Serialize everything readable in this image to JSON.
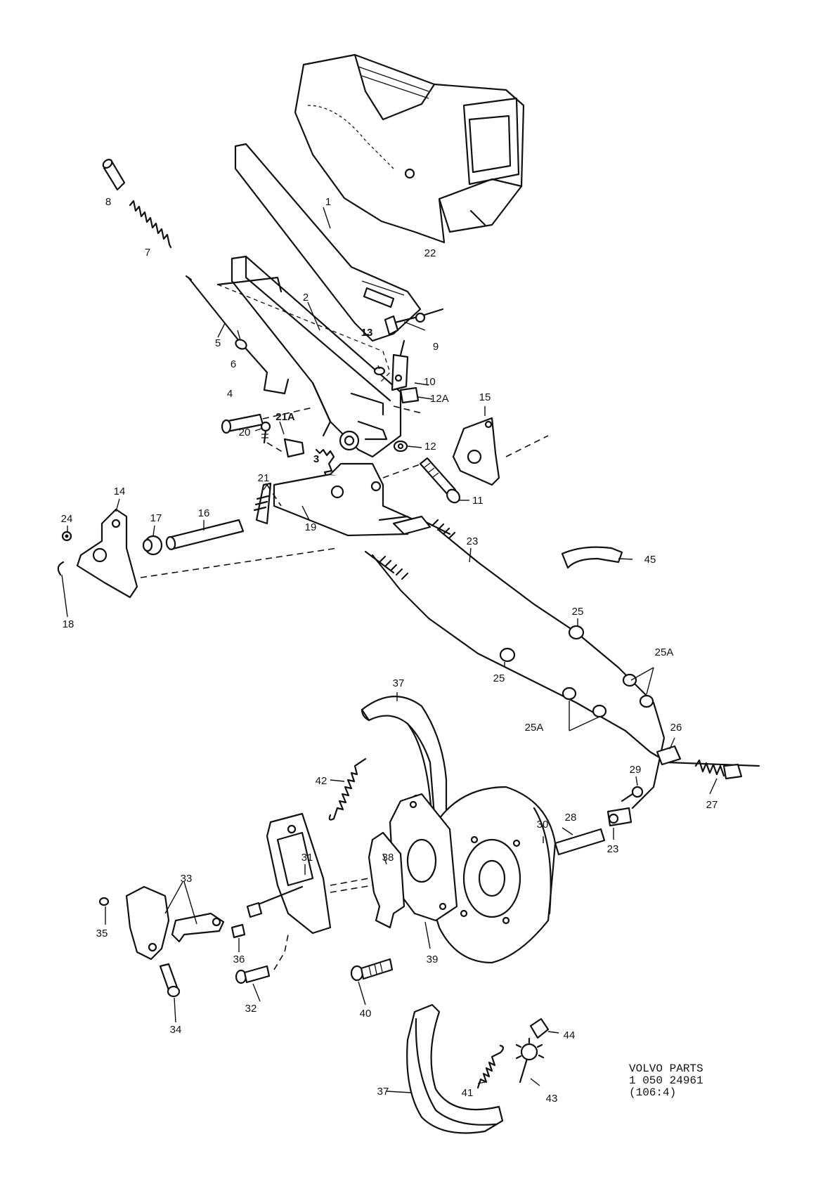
{
  "diagram": {
    "callouts": [
      "1",
      "2",
      "3",
      "4",
      "5",
      "6",
      "7",
      "8",
      "9",
      "10",
      "11",
      "12",
      "12A",
      "13",
      "14",
      "15",
      "16",
      "17",
      "18",
      "19",
      "20",
      "21",
      "21A",
      "22",
      "23",
      "23",
      "24",
      "25",
      "25",
      "25A",
      "25A",
      "26",
      "27",
      "28",
      "29",
      "30",
      "31",
      "32",
      "33",
      "34",
      "35",
      "36",
      "37",
      "37",
      "38",
      "39",
      "40",
      "41",
      "42",
      "43",
      "44",
      "45"
    ],
    "catalog": {
      "brand": "VOLVO PARTS",
      "number": "1 050 24961",
      "code": "(106:4)"
    }
  }
}
